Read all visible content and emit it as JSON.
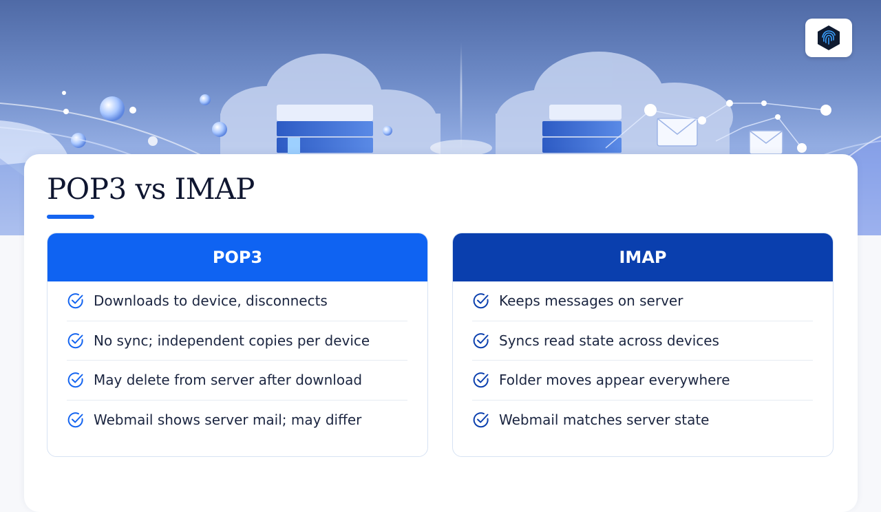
{
  "slide": {
    "title": "POP3 vs IMAP"
  },
  "panels": {
    "pop3": {
      "header": "POP3",
      "items": [
        "Downloads to device, disconnects",
        "No sync; independent copies per device",
        "May delete from server after download",
        "Webmail shows server mail; may differ"
      ]
    },
    "imap": {
      "header": "IMAP",
      "items": [
        "Keeps messages on server",
        "Syncs read state across devices",
        "Folder moves appear everywhere",
        "Webmail matches server state"
      ]
    }
  },
  "icons": {
    "logo": "fingerprint-hexagon-icon",
    "bullet": "check-circle-icon"
  },
  "colors": {
    "pop3_header": "#0f63f2",
    "imap_header": "#0a3fae",
    "accent": "#1565f0",
    "title_text": "#0f1630"
  }
}
